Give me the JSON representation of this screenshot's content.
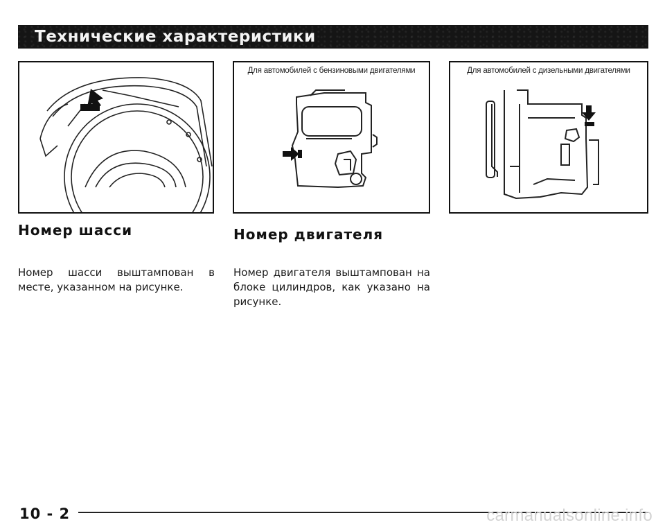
{
  "header": {
    "title": "Технические характеристики"
  },
  "figures": {
    "chassis": {
      "caption": ""
    },
    "petrol": {
      "caption": "Для автомобилей с бензиновыми двигателями"
    },
    "diesel": {
      "caption": "Для автомобилей с дизельными двигателями"
    }
  },
  "sections": {
    "chassis_number": {
      "heading": "Номер шасси",
      "text": "Номер шасси выштампован в месте, указанном на рисунке."
    },
    "engine_number": {
      "heading": "Номер двигателя",
      "text": "Номер двигателя выштампован на блоке цилиндров, как указано на рисунке."
    }
  },
  "footer": {
    "page_number": "10 - 2",
    "watermark": "carmanualsonline.info"
  }
}
